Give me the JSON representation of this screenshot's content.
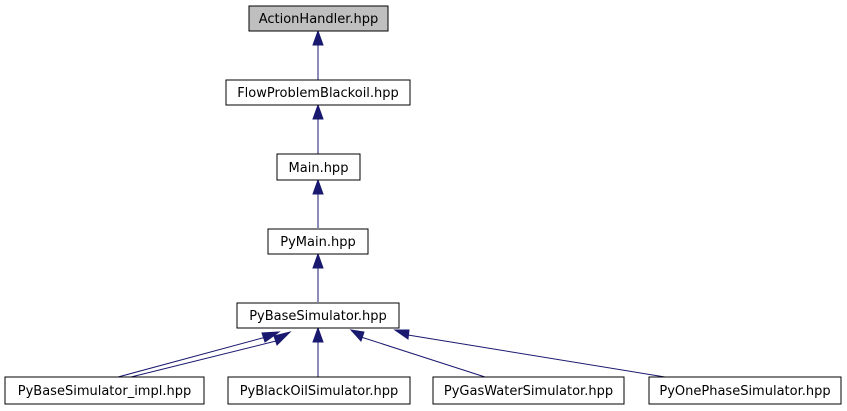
{
  "graph": {
    "nodes": {
      "action_handler": "ActionHandler.hpp",
      "flow_problem_blackoil": "FlowProblemBlackoil.hpp",
      "main": "Main.hpp",
      "py_main": "PyMain.hpp",
      "py_base_simulator": "PyBaseSimulator.hpp",
      "py_base_simulator_impl": "PyBaseSimulator_impl.hpp",
      "py_black_oil_simulator": "PyBlackOilSimulator.hpp",
      "py_gas_water_simulator": "PyGasWaterSimulator.hpp",
      "py_one_phase_simulator": "PyOnePhaseSimulator.hpp"
    },
    "colors": {
      "focus_node_fill": "#bfbfbf",
      "node_fill": "#ffffff",
      "edge": "#191970"
    }
  }
}
